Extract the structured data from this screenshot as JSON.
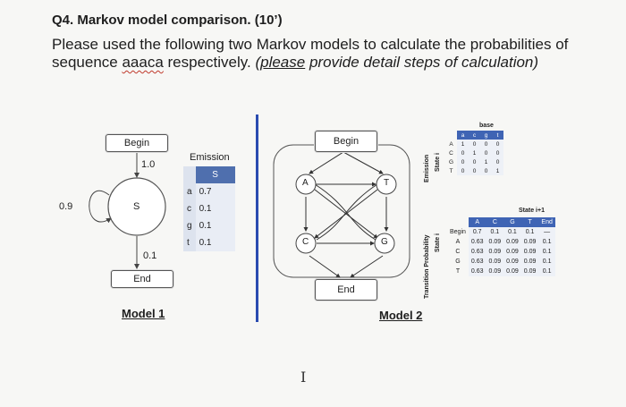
{
  "question": {
    "title": "Q4. Markov model comparison. (10’)",
    "line1": "Please used the following two Markov models to calculate the probabilities of",
    "line2_prefix": "sequence ",
    "line2_sequence": "aaaca",
    "line2_suffix": " respectively. ",
    "note_prefix": "(",
    "note_underlined": "please",
    "note_rest": " provide detail steps of calculation)"
  },
  "model1": {
    "label": "Model 1",
    "begin": "Begin",
    "end": "End",
    "state": "S",
    "begin_prob": "1.0",
    "self_prob": "0.9",
    "end_prob": "0.1",
    "emission_title": "Emission",
    "emission_header": "S",
    "emission": [
      {
        "symbol": "a",
        "prob": "0.7"
      },
      {
        "symbol": "c",
        "prob": "0.1"
      },
      {
        "symbol": "g",
        "prob": "0.1"
      },
      {
        "symbol": "t",
        "prob": "0.1"
      }
    ]
  },
  "model2": {
    "label": "Model 2",
    "begin": "Begin",
    "end": "End",
    "states": [
      "A",
      "T",
      "C",
      "G"
    ],
    "emission_side_label": "Emission",
    "state_i_label": "State i",
    "base_label": "base",
    "emission_cols": [
      "a",
      "c",
      "g",
      "t"
    ],
    "emission_rows": [
      {
        "state": "A",
        "vals": [
          "1",
          "0",
          "0",
          "0"
        ]
      },
      {
        "state": "C",
        "vals": [
          "0",
          "1",
          "0",
          "0"
        ]
      },
      {
        "state": "G",
        "vals": [
          "0",
          "0",
          "1",
          "0"
        ]
      },
      {
        "state": "T",
        "vals": [
          "0",
          "0",
          "0",
          "1"
        ]
      }
    ],
    "transition_side_label": "Transition Probability",
    "state_next_label": "State i+1",
    "transition_cols": [
      "A",
      "C",
      "G",
      "T",
      "End"
    ],
    "transition_rows": [
      {
        "state": "Begin",
        "vals": [
          "0.7",
          "0.1",
          "0.1",
          "0.1",
          "—"
        ]
      },
      {
        "state": "A",
        "vals": [
          "0.63",
          "0.09",
          "0.09",
          "0.09",
          "0.1"
        ]
      },
      {
        "state": "C",
        "vals": [
          "0.63",
          "0.09",
          "0.09",
          "0.09",
          "0.1"
        ]
      },
      {
        "state": "G",
        "vals": [
          "0.63",
          "0.09",
          "0.09",
          "0.09",
          "0.1"
        ]
      },
      {
        "state": "T",
        "vals": [
          "0.63",
          "0.09",
          "0.09",
          "0.09",
          "0.1"
        ]
      }
    ]
  },
  "cursor": "I"
}
